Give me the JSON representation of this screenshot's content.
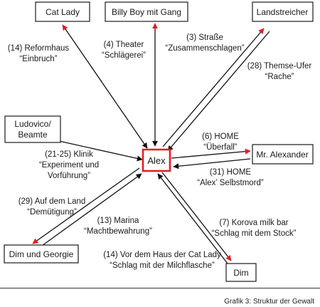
{
  "center": {
    "label": "Alex"
  },
  "nodes": {
    "cat_lady": "Cat Lady",
    "billy_boy": "Billy Boy mit Gang",
    "landstreicher": "Landstreicher",
    "ludovico": [
      "Ludovico/",
      "Beamte"
    ],
    "mr_alexander": "Mr. Alexander",
    "dim_georgie": "Dim und Georgie",
    "dim": "Dim"
  },
  "edges": [
    {
      "id": "e14",
      "lines": [
        "(14) Reformhaus",
        "“Einbruch”"
      ]
    },
    {
      "id": "e4",
      "lines": [
        "(4) Theater",
        "“Schlägerei”"
      ]
    },
    {
      "id": "e3",
      "lines": [
        "(3) Straße",
        "“Zusammenschlagen”"
      ]
    },
    {
      "id": "e28",
      "lines": [
        "(28) Themse-Ufer",
        "“Rache”"
      ]
    },
    {
      "id": "e21",
      "lines": [
        "(21-25) Klinik",
        "“Experiment und",
        "Vorführung”"
      ]
    },
    {
      "id": "e6",
      "lines": [
        "(6) HOME",
        "“Überfall”"
      ]
    },
    {
      "id": "e31",
      "lines": [
        "(31) HOME",
        "“Alex’ Selbstmord”"
      ]
    },
    {
      "id": "e29",
      "lines": [
        "(29) Auf dem Land",
        "“Demütigung”"
      ]
    },
    {
      "id": "e13",
      "lines": [
        "(13) Marina",
        "“Machtbewahrung”"
      ]
    },
    {
      "id": "e7",
      "lines": [
        "(7) Korova milk bar",
        "“Schlag mit dem Stock”"
      ]
    },
    {
      "id": "e14b",
      "lines": [
        "(14) Vor dem Haus der Cat Lady",
        "“Schlag mit der Milchflasche”"
      ]
    }
  ],
  "caption": "Grafik 3: Struktur der Gewalt",
  "colors": {
    "arrow_red": "#e02020",
    "arrow_black": "#111111",
    "center_border": "#e02020"
  }
}
